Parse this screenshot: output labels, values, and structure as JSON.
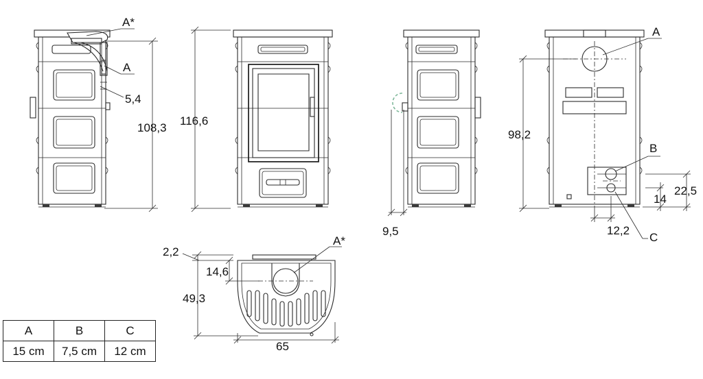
{
  "dimensions": {
    "d_5_4": "5,4",
    "d_108_3": "108,3",
    "d_116_6": "116,6",
    "d_9_5": "9,5",
    "d_98_2": "98,2",
    "d_22_5": "22,5",
    "d_14": "14",
    "d_12_2": "12,2",
    "d_2_2": "2,2",
    "d_14_6": "14,6",
    "d_49_3": "49,3",
    "d_65": "65"
  },
  "letters": {
    "a_star_side": "A*",
    "a_side": "A",
    "a_back": "A",
    "b_back": "B",
    "c_back": "C",
    "a_star_top": "A*"
  },
  "table": {
    "headers": [
      "A",
      "B",
      "C"
    ],
    "values": [
      "15 cm",
      "7,5 cm",
      "12 cm"
    ]
  }
}
